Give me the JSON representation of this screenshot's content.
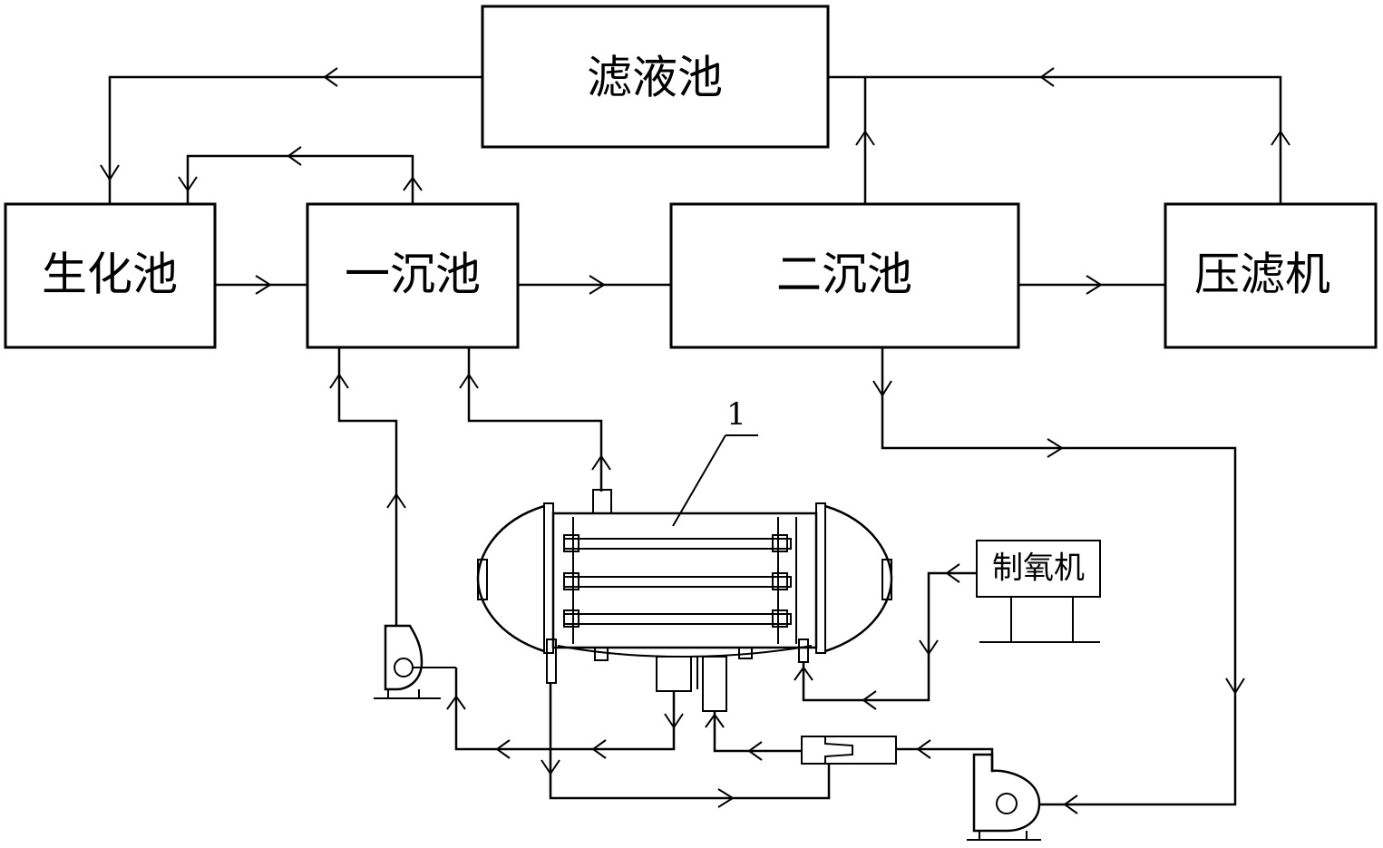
{
  "boxes": {
    "filtrate_tank": "滤液池",
    "biochemical_tank": "生化池",
    "primary_sedimentation_tank": "一沉池",
    "secondary_sedimentation_tank": "二沉池",
    "filter_press": "压滤机",
    "oxygen_generator": "制氧机"
  },
  "callout": "1"
}
